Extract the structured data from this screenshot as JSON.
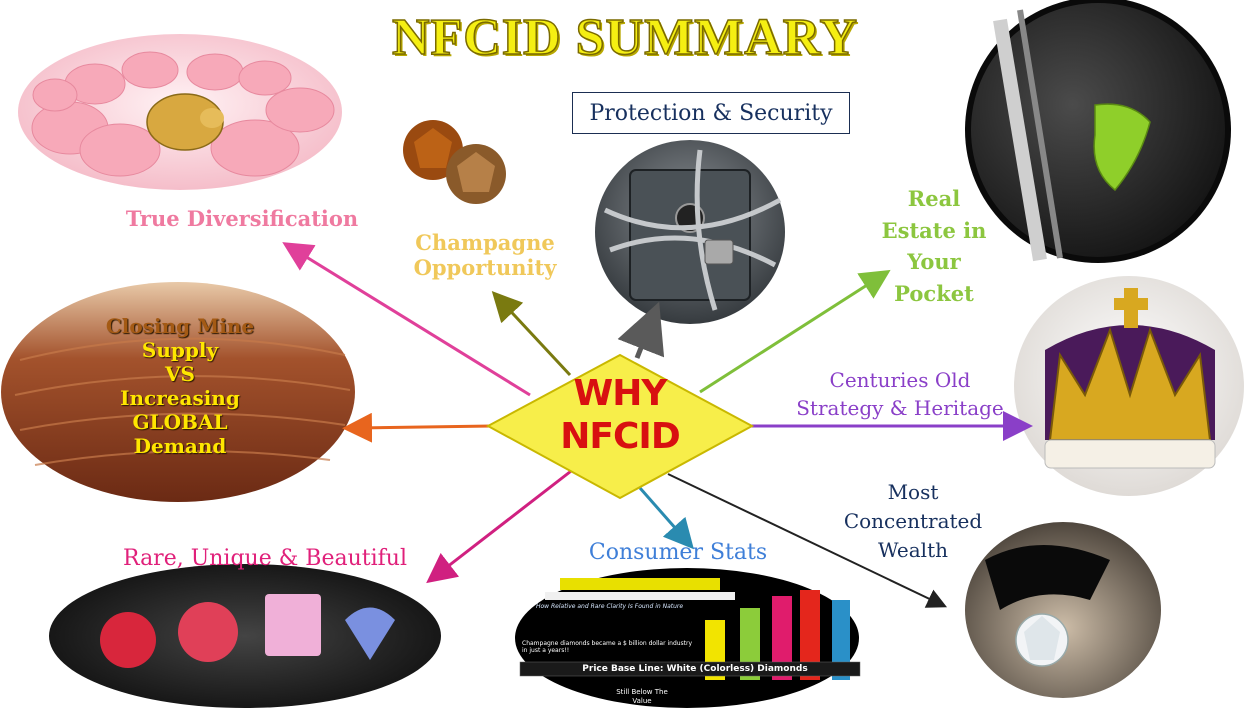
{
  "title": "NFCID SUMMARY",
  "center": {
    "line1": "WHY",
    "line2": "NFCID"
  },
  "labels": {
    "true_diversification": "True Diversification",
    "champagne_line1": "Champagne",
    "champagne_line2": "Opportunity",
    "protection_security": "Protection & Security",
    "real_estate_line1": "Real",
    "real_estate_line2": "Estate in",
    "real_estate_line3": "Your",
    "real_estate_line4": "Pocket",
    "centuries_line1": "Centuries Old",
    "centuries_line2": "Strategy & Heritage",
    "most_line1": "Most",
    "most_line2": "Concentrated",
    "most_line3": "Wealth",
    "consumer_stats": "Consumer Stats",
    "rare_unique": "Rare, Unique & Beautiful",
    "mine_line1": "Closing Mine",
    "mine_line2": "Supply",
    "mine_line3": "VS",
    "mine_line4": "Increasing",
    "mine_line5": "GLOBAL",
    "mine_line6": "Demand"
  },
  "stats_chart": {
    "base_line": "Price Base Line: White (Colorless)  Diamonds",
    "headline": "How Relative and Rare Clarity Is Found in Nature",
    "note": "Champagne diamonds became a $ billion dollar industry in just a years!!",
    "still_below": "Still Below The",
    "value": "Value"
  },
  "colors": {
    "title": "#f5ef12",
    "pink": "#ef7aa0",
    "champagne": "#f0c85a",
    "navy": "#17305e",
    "green": "#8cc63f",
    "purple": "#8a3fc8",
    "blue": "#3f7fd8",
    "magenta": "#e0207a",
    "orange": "#e8651e",
    "center_fill": "#f7ee4a",
    "center_text": "#d81010"
  }
}
